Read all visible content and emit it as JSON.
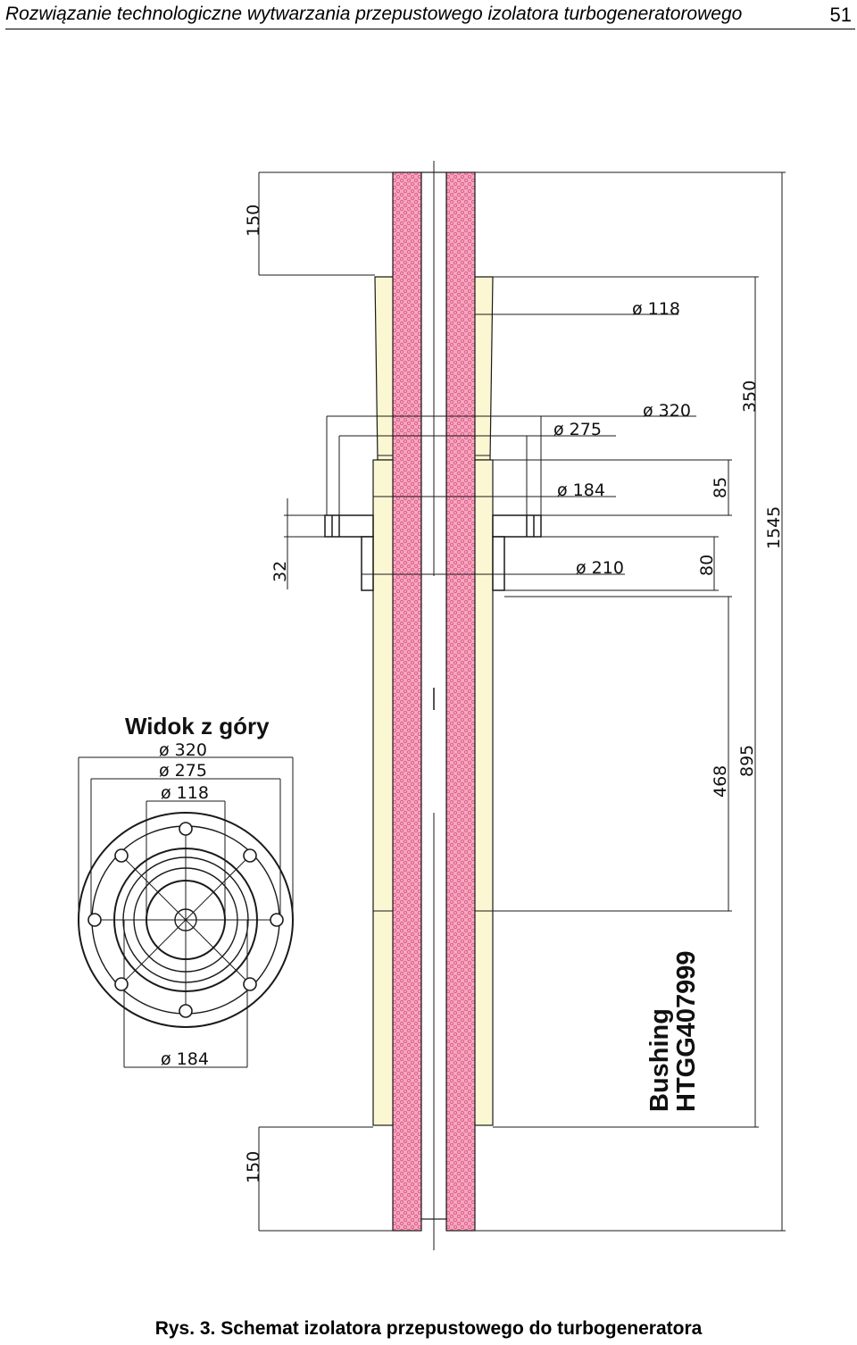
{
  "header": {
    "title": "Rozwiązanie technologiczne wytwarzania przepustowego izolatora turbogeneratorowego",
    "page_number": "51"
  },
  "figure": {
    "caption": "Rys. 3. Schemat izolatora przepustowego do turbogeneratora",
    "top_view_title": "Widok z góry",
    "product_label_line1": "Bushing",
    "product_label_line2": "HTGG407999",
    "dimensions": {
      "d118": "ø 118",
      "d320": "ø 320",
      "d275": "ø 275",
      "d184": "ø 184",
      "d210": "ø 210",
      "l150_top": "150",
      "l150_bottom": "150",
      "l350": "350",
      "l85": "85",
      "l1545": "1545",
      "l32": "32",
      "l80": "80",
      "l468": "468",
      "l895": "895"
    },
    "top_view_dimensions": {
      "d320": "ø 320",
      "d275": "ø 275",
      "d118": "ø 118",
      "d184": "ø 184"
    },
    "colors": {
      "conductor_fill": "#f4a7c0",
      "conductor_pattern": "#e05a86",
      "insulator_fill": "#fbf7d2",
      "line": "#1a1a1a"
    }
  }
}
